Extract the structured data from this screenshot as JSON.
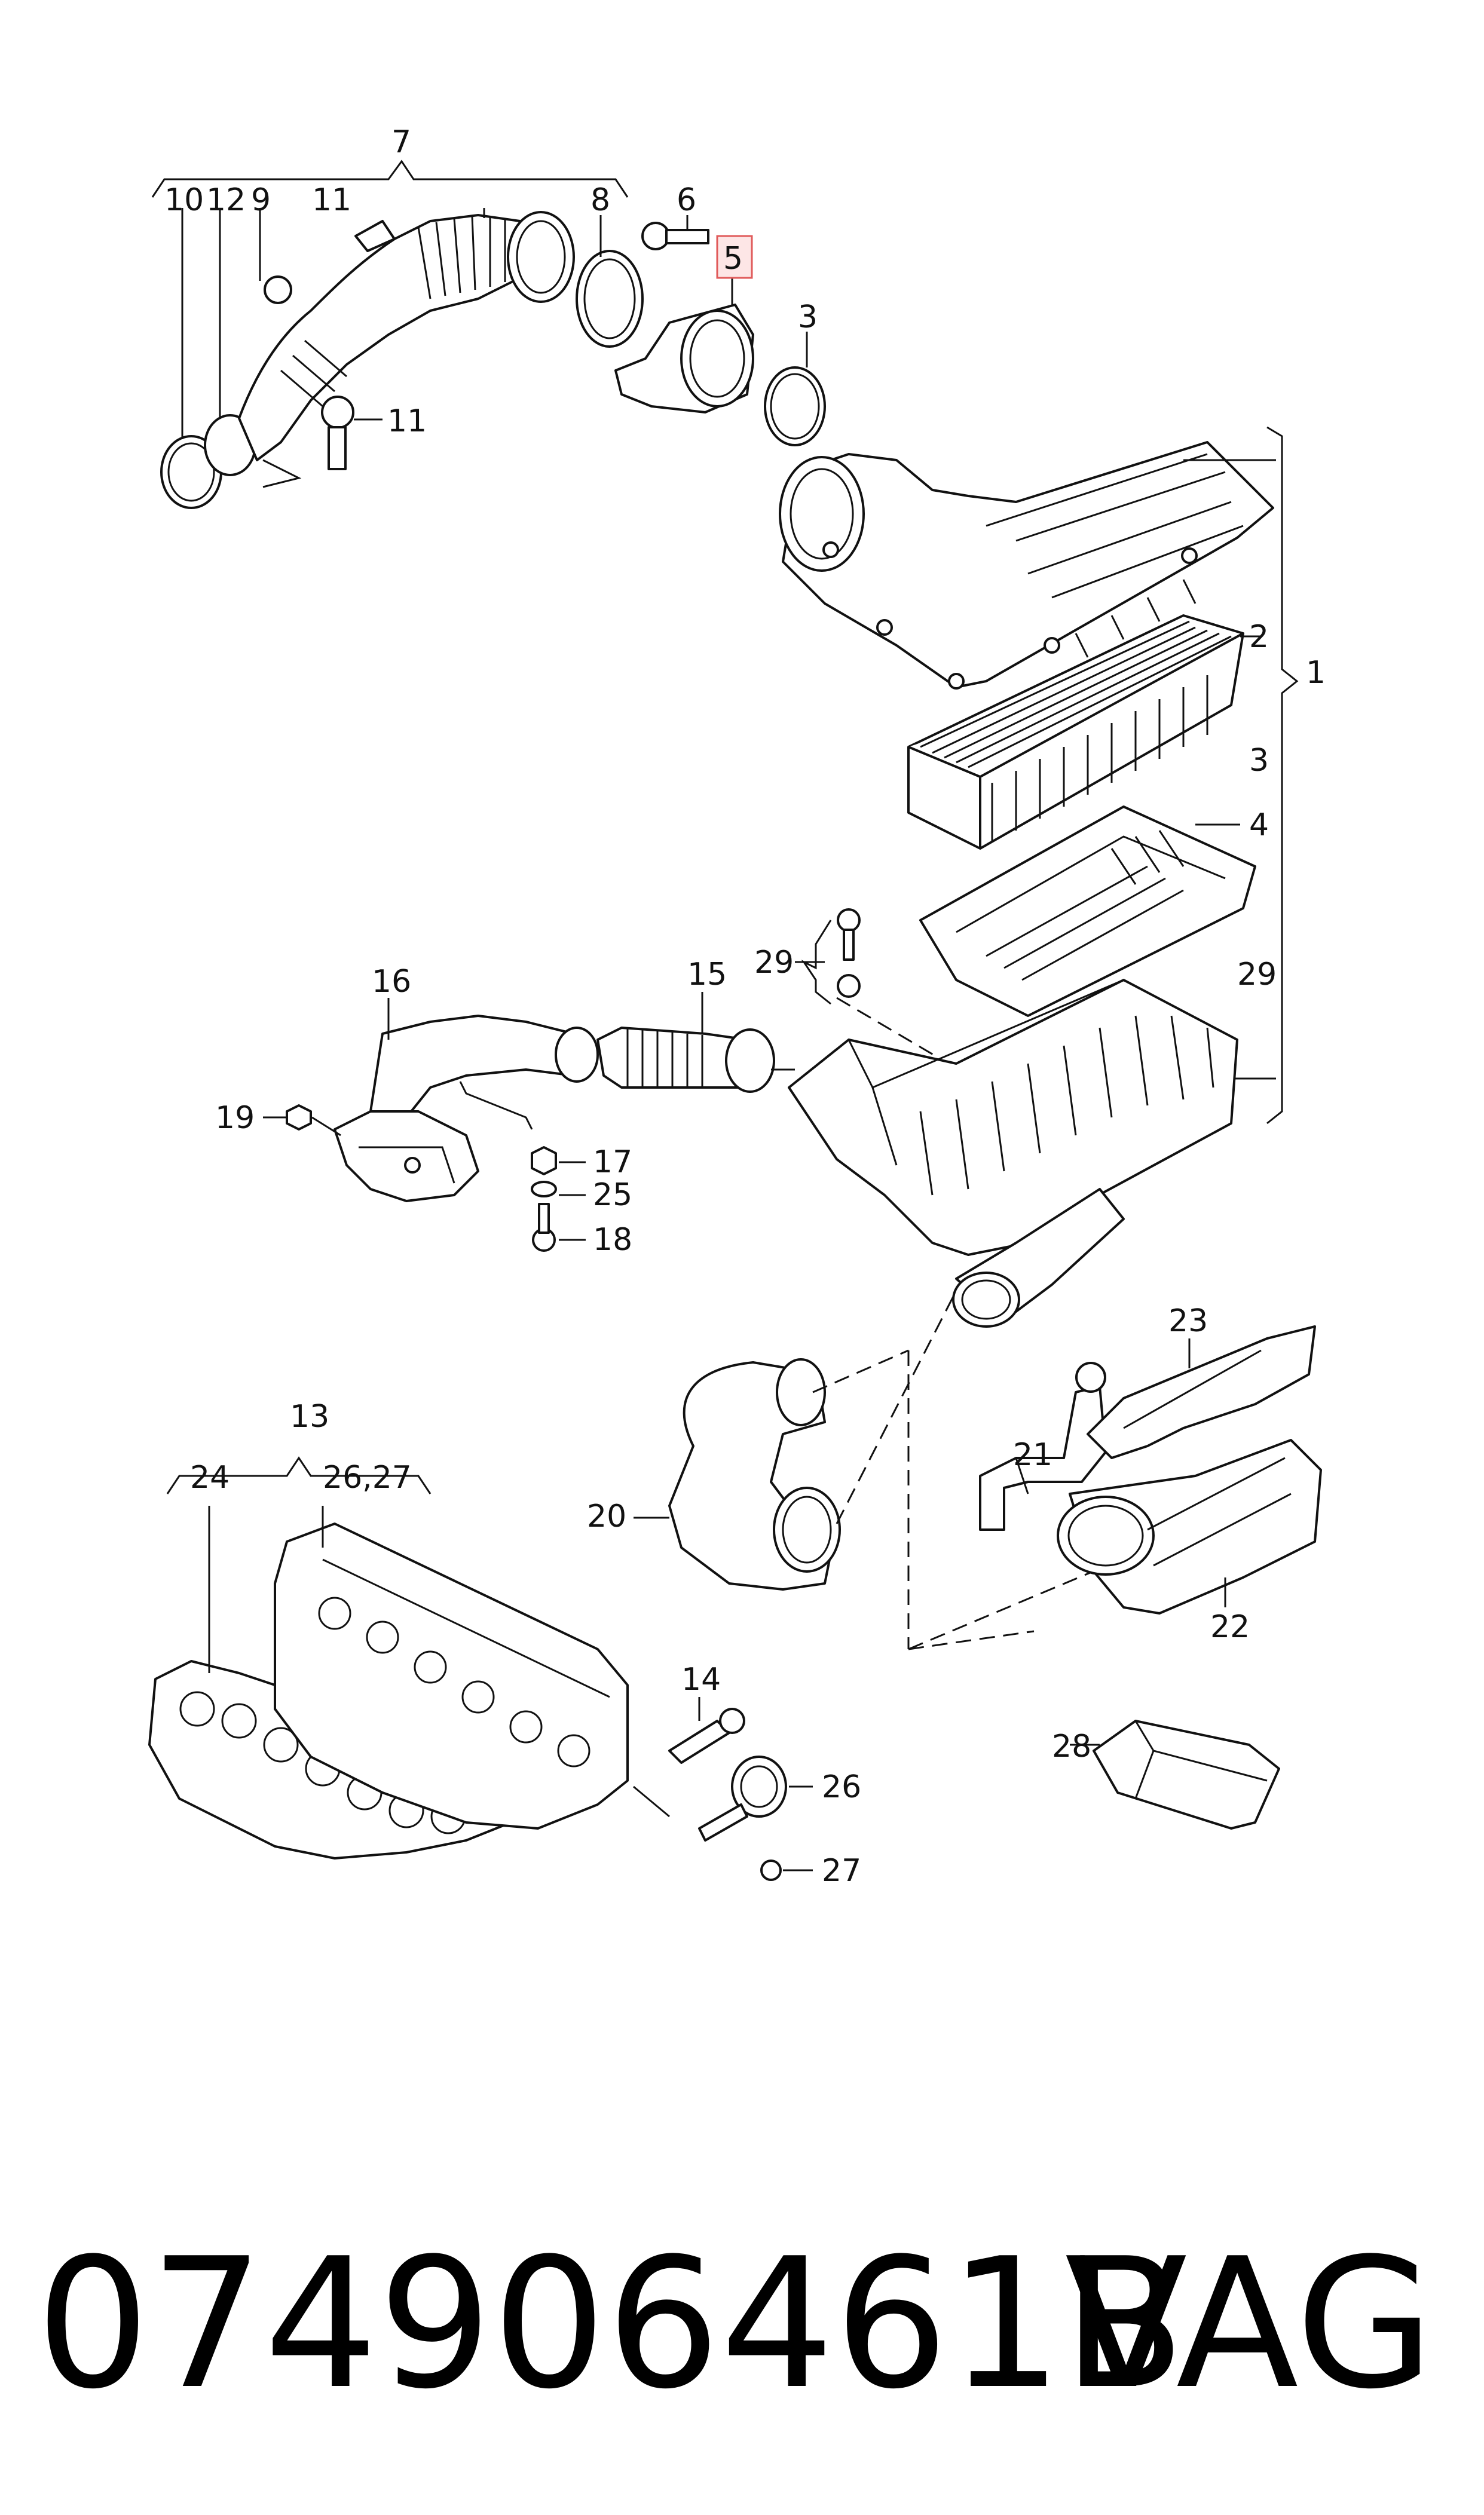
{
  "callouts": {
    "c1": "1",
    "c2": "2",
    "c3a": "3",
    "c3b": "3",
    "c4": "4",
    "c5": "5",
    "c6": "6",
    "c7": "7",
    "c8": "8",
    "c9": "9",
    "c10": "10",
    "c11a": "11",
    "c11b": "11",
    "c12": "12",
    "c13": "13",
    "c14": "14",
    "c15": "15",
    "c16": "16",
    "c17": "17",
    "c18": "18",
    "c19": "19",
    "c20": "20",
    "c21": "21",
    "c22": "22",
    "c23": "23",
    "c24": "24",
    "c25": "25",
    "c26": "26",
    "c27": "27",
    "c2627": "26,27",
    "c28": "28",
    "c29a": "29",
    "c29b": "29"
  },
  "highlight": {
    "color": "#e05a5a",
    "fill": "#fde6e6"
  },
  "footer": {
    "part_number": "074906461B",
    "brand": "VAG"
  }
}
